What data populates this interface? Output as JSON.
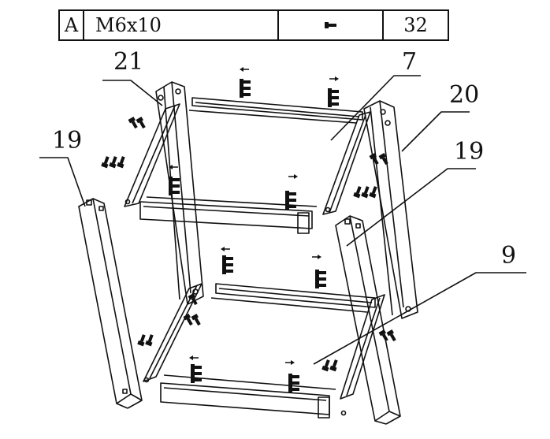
{
  "parts_table": {
    "letter": "A",
    "spec": "M6x10",
    "icon": "bolt-icon",
    "quantity": "32"
  },
  "callouts": {
    "left_back_post": "21",
    "left_front_post": "19",
    "top_shelf": "7",
    "right_back_post": "20",
    "right_front_post": "19",
    "bottom_shelf": "9"
  },
  "colors": {
    "line": "#111111",
    "background": "#ffffff"
  }
}
